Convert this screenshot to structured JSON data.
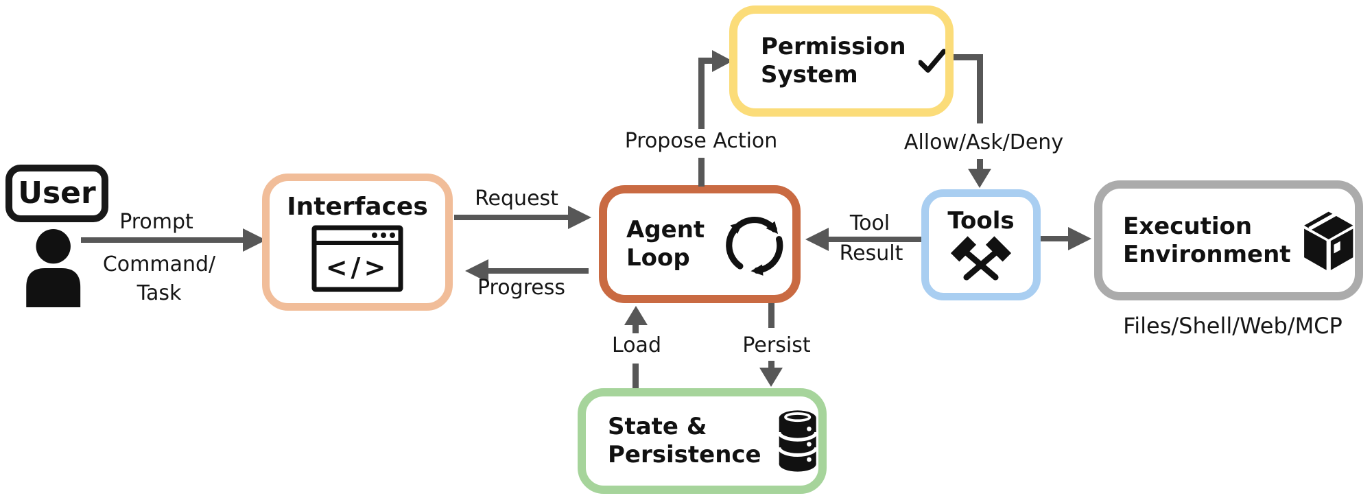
{
  "colors": {
    "peach": "#F1BD99",
    "orange": "#C96A42",
    "yellow": "#FBDC79",
    "blue": "#A9CEF1",
    "green": "#A6D49B",
    "gray": "#ABABAB",
    "arrow": "#575757",
    "ink": "#141414"
  },
  "icons": {
    "user": "person-icon",
    "interfaces": "browser-code-icon",
    "agent_loop": "cycle-arrows-icon",
    "permission": "checkmark-icon",
    "tools": "crossed-hammers-icon",
    "execution": "package-icon",
    "state": "database-icon"
  },
  "nodes": {
    "user": {
      "label": "User"
    },
    "interfaces": {
      "label": "Interfaces",
      "icon_glyph": "</>"
    },
    "agent_loop": {
      "line1": "Agent",
      "line2": "Loop"
    },
    "permission": {
      "line1": "Permission",
      "line2": "System"
    },
    "tools": {
      "label": "Tools"
    },
    "execution": {
      "line1": "Execution",
      "line2": "Environment",
      "caption": "Files/Shell/Web/MCP"
    },
    "state": {
      "line1": "State &",
      "line2": "Persistence"
    }
  },
  "edges": {
    "prompt": {
      "top": "Prompt",
      "bottom1": "Command/",
      "bottom2": "Task"
    },
    "request": {
      "label": "Request"
    },
    "progress": {
      "label": "Progress"
    },
    "propose_action": {
      "label": "Propose Action"
    },
    "allow_ask_deny": {
      "label": "Allow/Ask/Deny"
    },
    "tool_result": {
      "line1": "Tool",
      "line2": "Result"
    },
    "load": {
      "label": "Load"
    },
    "persist": {
      "label": "Persist"
    }
  }
}
